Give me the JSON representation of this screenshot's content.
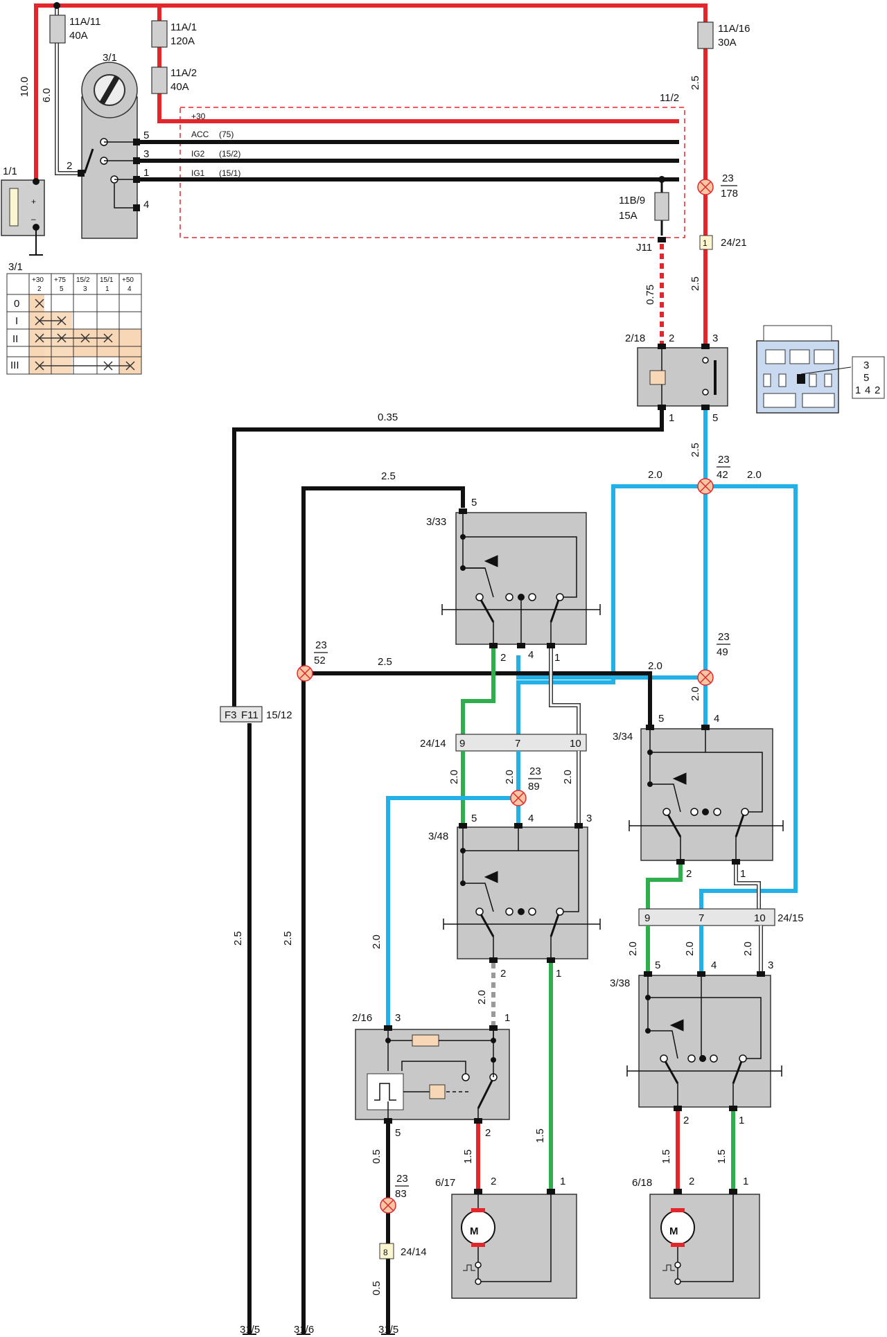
{
  "components": {
    "fuse_11a11": {
      "id": "11A/11",
      "rating": "40A"
    },
    "fuse_11a1": {
      "id": "11A/1",
      "rating": "120A"
    },
    "fuse_11a2": {
      "id": "11A/2",
      "rating": "40A"
    },
    "fuse_11a16": {
      "id": "11A/16",
      "rating": "30A"
    },
    "fuse_11b9": {
      "id": "11B/9",
      "rating": "15A"
    },
    "battery": {
      "id": "1/1",
      "plus": "+",
      "minus": "–"
    },
    "ignition_switch": {
      "id": "3/1",
      "pins": [
        "5",
        "3",
        "1",
        "4",
        "2"
      ]
    },
    "relay_218": {
      "id": "2/18",
      "pins": [
        "2",
        "3",
        "1",
        "5"
      ]
    },
    "relay_216": {
      "id": "2/16",
      "pins": [
        "3",
        "1",
        "5",
        "2"
      ]
    },
    "switch_333": {
      "id": "3/33",
      "pins": [
        "5",
        "2",
        "4",
        "1"
      ]
    },
    "switch_334": {
      "id": "3/34",
      "pins": [
        "5",
        "4",
        "2",
        "1"
      ]
    },
    "switch_348": {
      "id": "3/48",
      "pins": [
        "5",
        "4",
        "3",
        "2",
        "1"
      ]
    },
    "switch_338": {
      "id": "3/38",
      "pins": [
        "5",
        "4",
        "3",
        "2",
        "1"
      ]
    },
    "motor_617": {
      "id": "6/17",
      "label": "M",
      "pins": [
        "2",
        "1"
      ]
    },
    "motor_618": {
      "id": "6/18",
      "label": "M",
      "pins": [
        "2",
        "1"
      ]
    },
    "fuse_block_f": {
      "f3": "F3",
      "f11": "F11",
      "id": "15/12"
    },
    "block_11_2": {
      "id": "11/2",
      "lines": [
        "+30",
        "ACC",
        "(75)",
        "IG2",
        "(15/2)",
        "IG1",
        "(15/1)"
      ]
    },
    "j11": "J11"
  },
  "connectors": {
    "c2414": {
      "id": "24/14",
      "pins": [
        "9",
        "7",
        "10"
      ]
    },
    "c2415": {
      "id": "24/15",
      "pins": [
        "9",
        "7",
        "10"
      ]
    },
    "c2421": {
      "id": "24/21",
      "pin": "1"
    },
    "c2414_8": {
      "id": "24/14",
      "pin": "8"
    }
  },
  "splices": {
    "s178": {
      "num": "23",
      "den": "178"
    },
    "s42": {
      "num": "23",
      "den": "42"
    },
    "s49": {
      "num": "23",
      "den": "49"
    },
    "s52": {
      "num": "23",
      "den": "52"
    },
    "s89": {
      "num": "23",
      "den": "89"
    },
    "s83": {
      "num": "23",
      "den": "83"
    }
  },
  "wire_gauges": {
    "w10": "10.0",
    "w6": "6.0",
    "w25a": "2.5",
    "w25b": "2.5",
    "w075": "0.75",
    "w035": "0.35",
    "w25c": "2.5",
    "w25d": "2.5",
    "w20a": "2.0",
    "w20b": "2.0",
    "w25e": "2.5",
    "w20c": "2.0",
    "w20d": "2.0",
    "w20e": "2.0",
    "w20f": "2.0",
    "w20g": "2.0",
    "w20h": "2.0",
    "w20i": "2.0",
    "w20j": "2.0",
    "w20k": "2.0",
    "w25f": "2.5",
    "w25g": "2.5",
    "w05a": "0.5",
    "w05b": "0.5",
    "w15a": "1.5",
    "w15b": "1.5",
    "w15c": "1.5",
    "w15d": "1.5",
    "w20l": "2.0"
  },
  "grounds": [
    "31/5",
    "31/6",
    "31/5"
  ],
  "relay_pin_map": {
    "top": "3",
    "mid": "5",
    "bottom": [
      "1",
      "4",
      "2"
    ]
  },
  "switch_table": {
    "id": "3/1",
    "headers": [
      "+30",
      "+75",
      "15/2",
      "15/1",
      "+50"
    ],
    "subheaders": [
      "2",
      "5",
      "3",
      "1",
      "4"
    ],
    "rows": [
      "0",
      "I",
      "II",
      "III"
    ]
  }
}
